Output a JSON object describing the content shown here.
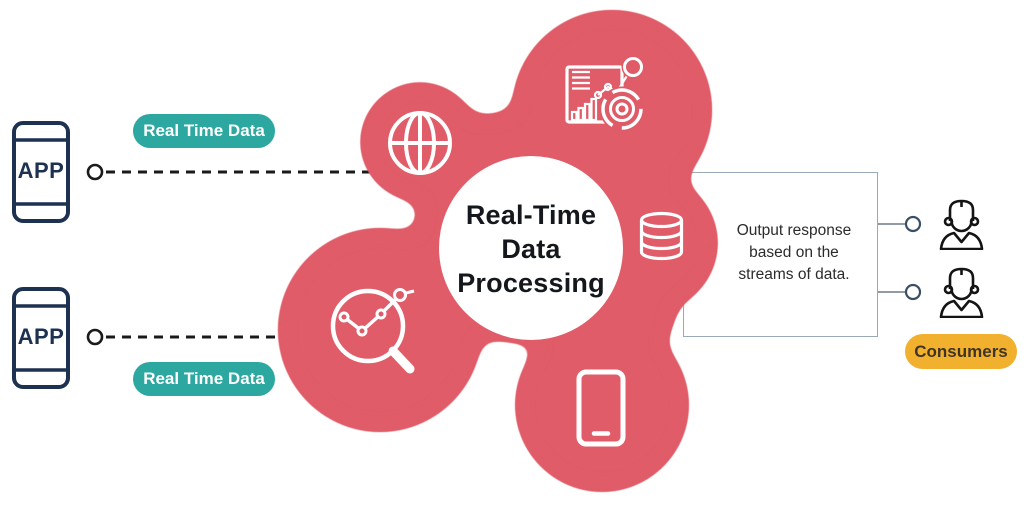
{
  "diagram": {
    "title_line1": "Real-Time",
    "title_line2": "Data",
    "title_line3": "Processing"
  },
  "sources": {
    "top": {
      "label": "APP",
      "badge": "Real Time Data"
    },
    "bottom": {
      "label": "APP",
      "badge": "Real Time Data"
    }
  },
  "output": {
    "line1": "Output response",
    "line2": "based on the",
    "line3": "streams of data."
  },
  "consumers": {
    "badge": "Consumers"
  },
  "icons": {
    "globe": "globe-icon",
    "analytics_dashboard": "analytics-dashboard-icon",
    "database": "database-icon",
    "search_analytics": "search-analytics-icon",
    "smartphone": "smartphone-icon",
    "app_phone": "app-phone-icon",
    "consumer_person": "consumer-person-icon"
  },
  "colors": {
    "blob_red": "#E05B68",
    "badge_teal": "#2CA8A0",
    "badge_yellow": "#F1B12F",
    "app_navy": "#1D3150",
    "line_dark": "#1A1A1A",
    "box_border": "#9AA9B7",
    "title_text": "#14171C",
    "body_text": "#2B2B2B"
  }
}
